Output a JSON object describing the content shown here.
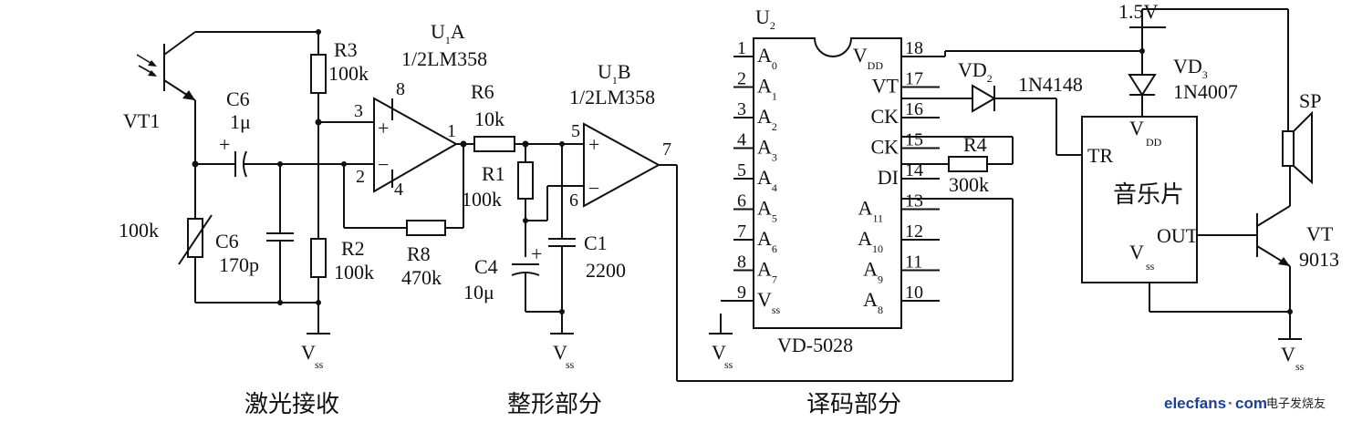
{
  "sections": {
    "laser_receive": "激光接收",
    "shaping": "整形部分",
    "decoding": "译码部分"
  },
  "components": {
    "vt1": "VT1",
    "r3": "R3",
    "r3_val": "100k",
    "r2": "R2",
    "r2_val": "100k",
    "r8": "R8",
    "r8_val": "470k",
    "c6a": "C6",
    "c6a_val": "1μ",
    "c6b": "C6",
    "c6b_val": "170p",
    "pot": "100k",
    "u1a": "U",
    "u1a_sub": "1",
    "u1a_suffix": "A",
    "u1a_part": "1/2LM358",
    "u1b": "U",
    "u1b_sub": "1",
    "u1b_suffix": "B",
    "u1b_part": "1/2LM358",
    "r6": "R6",
    "r6_val": "10k",
    "r1": "R1",
    "r1_val": "100k",
    "c4": "C4",
    "c4_val": "10μ",
    "c1": "C1",
    "c1_val": "2200",
    "u2": "U",
    "u2_sub": "2",
    "chip": "VD-5028",
    "vd2": "VD",
    "vd2_sub": "2",
    "vd2_part": "1N4148",
    "vd3": "VD",
    "vd3_sub": "3",
    "vd3_part": "1N4007",
    "r4": "R4",
    "r4_val": "300k",
    "supply": "1.5V",
    "music_tr": "TR",
    "music_name": "音乐片",
    "music_out": "OUT",
    "sp": "SP",
    "vt": "VT",
    "vt_part": "9013"
  },
  "ground": {
    "v": "V",
    "sub": "ss"
  },
  "vdd": {
    "v": "V",
    "sub": "DD"
  },
  "opamp_pins": {
    "p8": "8",
    "p3": "3",
    "p2": "2",
    "p4": "4",
    "p1": "1",
    "p5": "5",
    "p6": "6",
    "p7": "7",
    "plus": "+",
    "minus": "−"
  },
  "chip_left_pins": [
    {
      "num": "1",
      "name": "A",
      "sub": "0"
    },
    {
      "num": "2",
      "name": "A",
      "sub": "1"
    },
    {
      "num": "3",
      "name": "A",
      "sub": "2"
    },
    {
      "num": "4",
      "name": "A",
      "sub": "3"
    },
    {
      "num": "5",
      "name": "A",
      "sub": "4"
    },
    {
      "num": "6",
      "name": "A",
      "sub": "5"
    },
    {
      "num": "7",
      "name": "A",
      "sub": "6"
    },
    {
      "num": "8",
      "name": "A",
      "sub": "7"
    },
    {
      "num": "9",
      "name": "V",
      "sub": "ss"
    }
  ],
  "chip_right_pins": [
    {
      "num": "18",
      "name": "V",
      "sub": "DD"
    },
    {
      "num": "17",
      "name": "VT",
      "sub": ""
    },
    {
      "num": "16",
      "name": "CK",
      "sub": ""
    },
    {
      "num": "15",
      "name": "CK",
      "sub": ""
    },
    {
      "num": "14",
      "name": "DI",
      "sub": ""
    },
    {
      "num": "13",
      "name": "A",
      "sub": "11"
    },
    {
      "num": "12",
      "name": "A",
      "sub": "10"
    },
    {
      "num": "11",
      "name": "A",
      "sub": "9"
    },
    {
      "num": "10",
      "name": "A",
      "sub": "8"
    }
  ],
  "watermark": {
    "brand": "elecfans",
    "dot": "·",
    "com": "com",
    "cn": "电子发烧友"
  }
}
